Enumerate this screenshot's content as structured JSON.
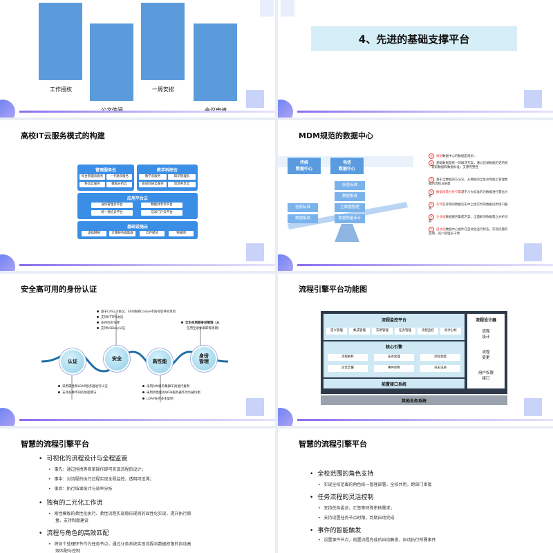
{
  "slide1": {
    "bars": [
      {
        "label": "工作授权"
      },
      {
        "label": "公文传阅"
      },
      {
        "label": "一周安排"
      },
      {
        "label": "会议申请"
      }
    ]
  },
  "slide2": {
    "header": "4、先进的基础支撑平台"
  },
  "slide3": {
    "title": "高校IT云服务模式的构建",
    "mgmt": {
      "title": "管理服务云",
      "cells": [
        "综合管理云服务",
        "一卡通云服务",
        "移动云服务",
        "数据分析云"
      ]
    },
    "teach": {
      "title": "教学科研云",
      "cells": [
        "教学云服务",
        "知识管理云",
        "协同科研云服务",
        "资源共享云"
      ]
    },
    "app": {
      "title": "应用平台云",
      "cells": [
        "身份管理云平台",
        "数据共享云平台",
        "统一通信云平台",
        "信息门户云平台"
      ]
    },
    "infra": {
      "title": "基础设施云",
      "cells": [
        "虚拟网络",
        "计算服务器集群",
        "云存储池",
        "物联网"
      ]
    }
  },
  "slide4": {
    "title": "MDM规范的数据中心",
    "left_card": "传统\n数据中心",
    "right_card": "电信\n数据中心",
    "chips_left": [
      "信息标准",
      "数据集成"
    ],
    "chips_right": [
      "信息标准",
      "数据集成",
      "主数据管理",
      "数据质量审计"
    ],
    "notes": [
      {
        "n": "①",
        "red": "规划",
        "text": "数据中心的数据是规划..."
      },
      {
        "n": "②",
        "red": "",
        "text": "基础数据是统一的解决方案，通过记录数据历史的统一获取数据和数据标准，支撑完整性"
      },
      {
        "n": "③",
        "red": "",
        "text": "基于全数据的方法论，从数据的全生命周期上管理数据的流程与质量"
      },
      {
        "n": "④",
        "red": "数据质量分析引擎",
        "text": "基于六大标准的为数据进行量化分析"
      },
      {
        "n": "⑤",
        "red": "实时",
        "text": "在存储的数据历史中上接实时的数据同步接口服务"
      },
      {
        "n": "⑥",
        "red": "企业级",
        "text": "数据服务集成方案，全面解决数据孤立分析问题"
      },
      {
        "n": "⑦",
        "red": "自动化",
        "text": "数据中心组件在自动化运行状态，实现问题的追溯，减少管理员干预"
      }
    ]
  },
  "slide5": {
    "title": "安全高可用的身份认证",
    "top_list": [
      "基于CAS2.0协议、SSO依赖Cookie不再有软件的风险",
      "支持HTTPS协议",
      "支持动态令牌",
      "支持USBkey认证"
    ],
    "top_right": [
      "全生命周期身份管理（从",
      "任用至退休离职等周期）"
    ],
    "nodes": [
      "认证",
      "安全",
      "高性能",
      "身份\n管理"
    ],
    "bottom_left": [
      "采用属性和LDAP服务器进行认证",
      "支持多种不同的加密算法"
    ],
    "bottom_mid": [
      "采用JVM级的集群工具进行复制",
      "采用高性能的WEB服务器作为负载均衡",
      "LDAP支持多主复制"
    ]
  },
  "slide6": {
    "title": "流程引擎平台功能图",
    "monitor_title": "流程监控平台",
    "monitor_items": [
      "定义管理",
      "集成管理",
      "实例管理",
      "任务管理",
      "流程监控",
      "统计分析"
    ],
    "core_title": "核心引擎",
    "core_items": [
      "流程解析",
      "任务处理",
      "流程调度",
      "异常告警",
      "事件控制",
      "日志记录"
    ],
    "front_title": "前置接口系统",
    "other_title": "其他业务系统",
    "side_title": "流程设计器",
    "side_items": [
      "流程\n设计",
      "流程\n变更",
      "用户权限\n接口"
    ]
  },
  "slide7": {
    "title": "智慧的流程引擎平台",
    "lines": [
      {
        "lvl": 1,
        "text": "可视化的流程设计与全程监管"
      },
      {
        "lvl": 2,
        "text": "事先：通过拖拽等简单操作即可实现流程的设计；"
      },
      {
        "lvl": 2,
        "text": "事中：对流程的执行过程实现全程监控，透明可追溯；"
      },
      {
        "lvl": 2,
        "text": "事后：执行结果统计与效率分析"
      },
      {
        "lvl": 1,
        "text": "独有的二元化工作流"
      },
      {
        "lvl": 2,
        "text": "刚性模板的柔性化执行、柔性流程实现隐形规则的显性化实现，提升执行质"
      },
      {
        "lvl": 3,
        "text": "量、支持制度建设"
      },
      {
        "lvl": 1,
        "text": "流程与角色的高效匹配"
      },
      {
        "lvl": 2,
        "text": "将各个处理环节作为任务节点，通过业务系统实现流程与数据权限的自动高"
      },
      {
        "lvl": 3,
        "text": "效匹配与控制"
      }
    ]
  },
  "slide8": {
    "title": "智慧的流程引擎平台",
    "lines": [
      {
        "lvl": 1,
        "text": "全校范围的角色支持"
      },
      {
        "lvl": 2,
        "text": "实现全校范围的角色统一管理部署，全校共用，跨部门审批"
      },
      {
        "lvl": 1,
        "text": "任务流程的灵活控制"
      },
      {
        "lvl": 2,
        "text": "支持任务委派、汇签等特殊审核需求；"
      },
      {
        "lvl": 2,
        "text": "支持设置任务节点时限，到期自动完成"
      },
      {
        "lvl": 1,
        "text": "事件的智能触发"
      },
      {
        "lvl": 2,
        "text": "设置事件节点，前置流程完成后自动触发，自动执行所需事件"
      }
    ]
  }
}
